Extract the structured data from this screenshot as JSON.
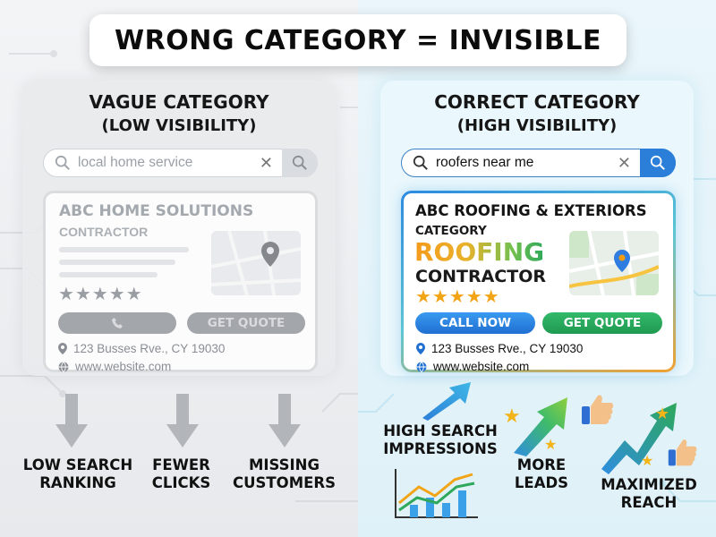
{
  "headline": "WRONG CATEGORY = INVISIBLE",
  "left_panel": {
    "title": "VAGUE CATEGORY",
    "subtitle": "(LOW VISIBILITY)",
    "search_query": "local home service",
    "business_name": "ABC HOME SOLUTIONS",
    "business_type": "CONTRACTOR",
    "rating_stars": "★★★★★",
    "call_button_icon": "phone-icon",
    "quote_button": "GET QUOTE",
    "address": "123 Busses Rve., CY 19030",
    "website": "www.website.com",
    "outcomes": [
      {
        "line1": "LOW SEARCH",
        "line2": "RANKING"
      },
      {
        "line1": "FEWER",
        "line2": "CLICKS"
      },
      {
        "line1": "MISSING",
        "line2": "CUSTOMERS"
      }
    ]
  },
  "right_panel": {
    "title": "CORRECT CATEGORY",
    "subtitle": "(HIGH VISIBILITY)",
    "search_query": "roofers near me",
    "business_name": "ABC ROOFING & EXTERIORS",
    "category_label": "CATEGORY",
    "category_main": "ROOFING",
    "category_sub": "CONTRACTOR",
    "rating_stars": "★★★★★",
    "call_button": "CALL NOW",
    "quote_button": "GET QUOTE",
    "address": "123 Busses Rve., CY 19030",
    "website": "www.website.com",
    "outcomes": [
      {
        "line1": "HIGH SEARCH",
        "line2": "IMPRESSIONS"
      },
      {
        "line1": "MORE",
        "line2": "LEADS"
      },
      {
        "line1": "MAXIMIZED",
        "line2": "REACH"
      }
    ]
  },
  "colors": {
    "search_button_active": "#2b7fd8",
    "call_now": "#2b7fd8",
    "get_quote": "#28a85e",
    "star_gold": "#f2a417",
    "inactive_grey": "#9a9ea3"
  }
}
